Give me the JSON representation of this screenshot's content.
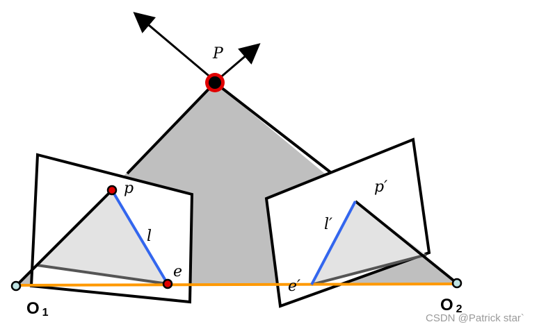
{
  "labels": {
    "P": "P",
    "p": "p",
    "e": "e",
    "l": "l",
    "p_prime": "p′",
    "l_prime": "l′",
    "e_prime": "e′",
    "O1_main": "O",
    "O1_sub": "1",
    "O2_main": "O",
    "O2_sub": "2"
  },
  "watermark": "CSDN @Patrick star`",
  "colors": {
    "epipolar_plane": "#bfbfbf",
    "inner_triangle": "#e3e3e3",
    "baseline": "#ff9900",
    "epipolar_line": "#3366ee",
    "point_fill": "#e00000",
    "point_center": "#000000",
    "camera_center": "#bfe3e3"
  }
}
